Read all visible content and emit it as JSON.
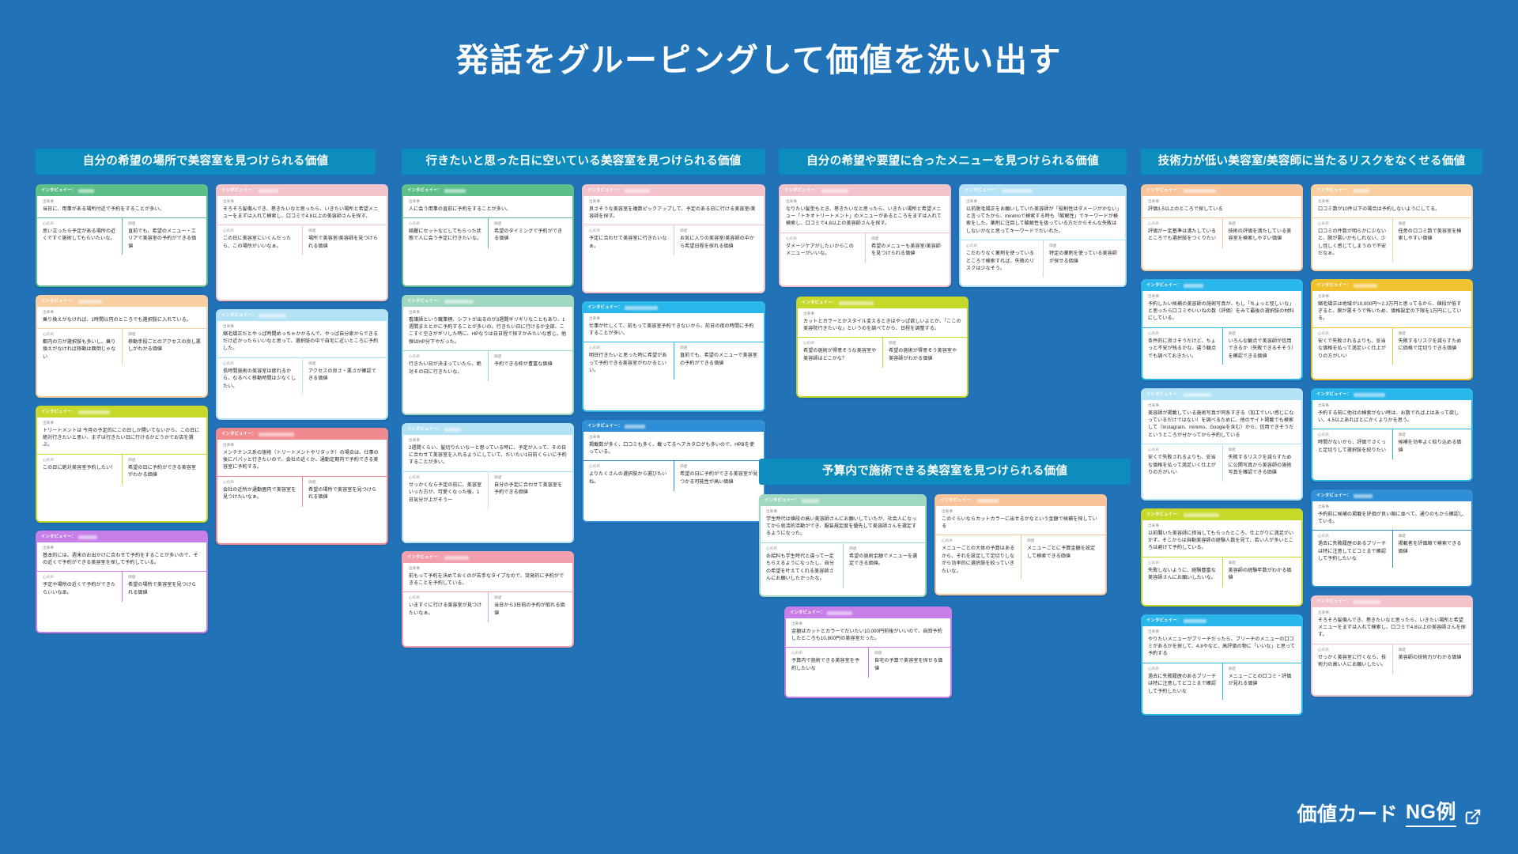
{
  "slide": {
    "title": "発話をグルーピングして価値を洗い出す",
    "background_color": "#2272b8",
    "footer_prefix": "価値カード",
    "footer_highlight": "NG例",
    "footer_icon": "external-link-icon"
  },
  "card_labels": {
    "interviewee": "インタビュイー：",
    "event": "出来事",
    "inner_voice": "心の声",
    "value": "価値"
  },
  "palette": {
    "group_header": "#0d8dbe",
    "green": "#5ebe8a",
    "pink": "#f3c3cc",
    "orange": "#f7cfa0",
    "lightblue": "#b3e1f5",
    "lime": "#c6d92b",
    "red": "#f08a8f",
    "purple": "#c77ee8",
    "yellow": "#f0c230",
    "teal": "#49b6b6",
    "cyan": "#29b6ea",
    "blue": "#2f8fd6",
    "rose": "#f2a0ae",
    "peach": "#f7c49b",
    "mint": "#9fd8c0"
  },
  "groups": [
    {
      "title": "自分の希望の場所で美容室を見つけられる価値",
      "cards": [
        {
          "color": "green",
          "event": "当日に、用事がある場所付近で予約をすることが多い。",
          "voice": "思い立ったら予定がある場所の近くですぐ施術してもらいたいな。",
          "value": "直前でも、希望のメニュー・エリアで美容室の予約ができる価値"
        },
        {
          "color": "pink",
          "event": "そろそろ髪傷んでき、巻きたいなと思ったら、いきたい場所と希望メニューをまずは入れて検索し、口コミで4.8以上の美容師さんを探す。",
          "voice": "この日に美容室にいくんだったら、この場所がいいなぁ。",
          "value": "場所で美容室/美容師を見つけられる価値"
        },
        {
          "color": "orange",
          "event": "乗り換えがなければ、1時間以内のところでも選択肢に入れている。",
          "voice": "都内の方が選択肢も多いし、乗り換えがなければ移動は面倒じゃない",
          "value": "移動手段ごとのアクセスの良し悪しがわかる価値"
        },
        {
          "color": "lightblue",
          "event": "縮毛矯正だとやっぱ時間めっちゃかかるんで、やっぱ自分家からできるだけ近かったらいいなと思って、選択肢の中で自宅に近いところに予約した。",
          "voice": "長時間施術の美容室は疲れるから、なるべく移動時間は少なくしたい。",
          "value": "アクセスの良さ・悪さが確認できる価値"
        },
        {
          "color": "lime",
          "event": "トリートメントは 今月の予定的にこの日しか開いてないから、この日に絶対行きたいと思い、まずは行きたい日に行けるかどうかでお店を選ぶ。",
          "voice": "この日に絶対美容室予約したい！",
          "value": "希望の日に予約ができる美容室がわかる価値"
        },
        {
          "color": "red",
          "event": "メンテナンス系の施術（トリートメントやリタッチ）の場合は、仕事の後にパパッと行きたいので、会社の近くか、通勤定期内で予約できる美容室に予約する。",
          "voice": "会社の近所か通勤圏内で美容室を見つけたいなぁ。",
          "value": "希望の場所で美容室を見つけられる価値"
        },
        {
          "color": "purple",
          "event": "基本的には、週末のお出かけに合わせて予約をすることが多いので、その近くで予約ができる美容室を探して予約している。",
          "voice": "予定や場所の近くで予約ができたらいいなあ。",
          "value": "希望の場所で美容室を見つけられる価値"
        }
      ]
    },
    {
      "title": "行きたいと思った日に空いている美容室を見つけられる価値",
      "cards": [
        {
          "color": "green",
          "event": "人に会う用事の直前に予約をすることが多い。",
          "voice": "綺麗にセットなどしてもらった状態で人に会う予定に行きたいな。",
          "value": "希望のタイミングで予約ができる価値"
        },
        {
          "color": "pink",
          "event": "良さそうな美容室を複数ピックアップして、予定のある日に行ける美容室/美容師を探す。",
          "voice": "予定に合わせて美容室に行きたいなぁ。",
          "value": "お気に入りの美容室/美容師の中から希望日程を探れる価値"
        },
        {
          "color": "mint",
          "event": "看護師という職業柄、シフトが出るのが3週間ギリギリなこともあり、1週間まえとかに予約することが多いの。行きたい日に行けるか全部、ここすぐ空きがギリした時に、HPなりは日日程で探すかみたいな感じ。他弾はHP分下やだった。",
          "voice": "行きたい日が決まっていたら、絶対その日に行きたいな。",
          "value": "予約できる枠が豊富な価値"
        },
        {
          "color": "cyan",
          "event": "仕事が忙しくて、前もって美容室予約できないから、前日の夜の時間に予約することが多い。",
          "voice": "明日行きたいと思った時に希望があって予約できる美容室がわかるといい。",
          "value": "直前でも、希望のメニューで美容室の予約ができる価値"
        },
        {
          "color": "lightblue",
          "event": "2週間くらい、髪切りたいなーと思っている時に、予定が入って、その日に合わせて美容室を入れるようにしていて、だいたい1日前くらいに予約することが多い。",
          "voice": "せっかくなら予定の前に、美容室いった方が、可愛くなった後、1日気分が上がそうー",
          "value": "自分の予定に合わせて美容室を予約できる価値"
        },
        {
          "color": "blue",
          "event": "掲載数が多く、口コミも多く、載ってるヘアカタログも多いので、HPBを使っている。",
          "voice": "よりたくさんの選択肢から選びたいね。",
          "value": "希望の日に予約ができる美容室が見つかる可能性が高い価値"
        },
        {
          "color": "rose",
          "event": "前もって予約を決めておくのが苦手なタイプなので、突発的に予約ができることを予約している。",
          "voice": "いますぐに行ける美容室が見つけたいなぁ。",
          "value": "当日から3日前の予約が取れる価値"
        }
      ]
    },
    {
      "title": "自分の希望や要望に合ったメニューを見つけられる価値",
      "cards": [
        {
          "color": "pink",
          "event": "なりたい髪型もとき、巻きたいなと思ったら、いきたい場所と希望メニュー「トキオトリートメント」のメニューがあるところをまずは入れて検索し、口コミで4.8以上の美容師さんを探す。",
          "voice": "ダメージケアがしたいからこの メニューがいいな。",
          "value": "希望のメニューも美容室/美容師を見つけられる価値"
        },
        {
          "color": "lightblue",
          "event": "以前脱毛矯正をお願いしていた美容師が「役割性はダメージがかない」と言ってたから、minimoで検索する時も「酸解性」でキーワードが検索をした。薬剤に注目して酸解性を扱っている方だからそんな失敗はしないかなと思ってキーワードでだいれた。",
          "voice": "こだわりなく薬剤を使っているところで検索すれば、失敗のリスクは少なそう。",
          "value": "特定の薬剤を使っている美容師が探せる価値"
        },
        {
          "color": "lime",
          "event": "カットとカラーとかスタイル変えるときはやっぱ欲しいよとか、「ここの美容院行きたいな」というのを調べてから、日程を調整する。",
          "voice": "希望の施術が得意そうな美容室や美容師はどこかな？",
          "value": "希望の施術が得意そう美容室や美容師がわかる価値"
        }
      ]
    },
    {
      "title": "技術力が低い美容室/美容師に当たるリスクをなくせる価値",
      "cards": [
        {
          "color": "peach",
          "event": "評価3.5以上のところで探している",
          "voice": "評価が一定基準は満たしているところでも選択肢をつくりたい",
          "value": "技術の評価を満たしている美容室を検索しやすい価値"
        },
        {
          "color": "orange",
          "event": "口コミ数が10件以下の場合は予約しないようにしてる。",
          "voice": "口コミの件数が明らかに少ないと、腕が悪いかもしれない、少し怪しく感じてしまうので不安だなぁ。",
          "value": "任意の口コミ数で美容室を検索しやすい価値"
        },
        {
          "color": "cyan",
          "event": "予約したい候補の美容師の施術写真が、もし「ちょっと怪しいな」と思ったら口コミやいいねの数（評価）をみて最後の選択肢の材料にしている。",
          "voice": "条件的に良さそうだけど、ちょっと不安が残るかな、違う観点でも調べておきたい。",
          "value": "いろんな観点で美容師が信用できるか（失敗できるそそう）を確認できる価値"
        },
        {
          "color": "yellow",
          "event": "縮毛矯正は地域が10,000円～2.3万円と思ってるから、値段が低すぎると、腕が悪そうで怖いため、価格設定の下限を1万円にしている。",
          "voice": "安くで失敗されるよりも、妥当な価格を払って満足いく仕上がりの方がいい",
          "value": "失敗するリスクを減らすために価格で足切りできる価値"
        },
        {
          "color": "lightblue",
          "event": "美容師が掲載している施術写真が同系すぎる（加工でいい感じになっているだけではない）を調べるために、他のサイト掲載でも検索して（Instagram、minimo、Googleを含む）から、信用できそうだというところが分かってから予約している",
          "voice": "安くで失敗されるよりも、妥当な価格を払って満足いく仕上がりの方がいい",
          "value": "失敗するリスクを減らすために公開写真から美容師の施術写真を確認できる価値"
        },
        {
          "color": "cyan",
          "event": "予約する前に他社の検索がない時は、お数でれば上はあって欲しい、4.5以上あればとにかくよりかを思う。",
          "voice": "時間がないから、評価でさくっと足切りして選択肢を絞りたい",
          "value": "候補を効率よく絞り込める価値"
        },
        {
          "color": "lime",
          "event": "以前聞いた美容師に担当してもらったところ、仕上がりに満足がいかず、そこからは自動美容師の経験人数を見て、若い人が多いところは避けて予約している。",
          "voice": "失敗しないように、経験豊富な美容師さんにお願いしたいな。",
          "value": "美容師の経験年数がわかる価値"
        },
        {
          "color": "blue",
          "event": "予約前に候補の掲載を評価が良い順に並べて、通りのもから確認している。",
          "voice": "過去に失敗履歴のあるブリーチは特に注意してどコミまで確認して予約したいな",
          "value": "掲載者を評価順で検索できる価値"
        },
        {
          "color": "cyan",
          "event": "やりたいメニューがブリーチだったら、ブリーチのメニューの口コミがあるかを探して、4.8やなど、高評価の物に「いいな」と思って予約する",
          "voice": "過去に失敗履歴のあるブリーチは特に注意してどコミまで確認して予約したいな",
          "value": "メニューごとの口コミ・評価が見れる価値"
        },
        {
          "color": "pink",
          "event": "そろそろ髪傷んでき、巻きたいなと思ったら、いきたい場所と希望メニューをまずは入れて検索し、口コミで4.8以上の美容師さんを探す。",
          "voice": "せっかく美容室に行くなら、技術力の高い人にお願いしたい。",
          "value": "美容師の技術力がわかる価値"
        }
      ]
    },
    {
      "title": "予算内で施術できる美容室を見つけられる価値",
      "cards": [
        {
          "color": "mint",
          "event": "学生時代は値段の高い美容師さんにお願いしていたが、社会人になってから就活的活動ができ、服装規定度を優先して美容師さんを選定するようになった。",
          "voice": "お給料も学生時代と違って一定もらえるようになったし、自分の希望を叶えてくれる美容師さんにお願いしたかったな。",
          "value": "希望の施術金額でメニューを選定できる価値。"
        },
        {
          "color": "peach",
          "event": "このぐらいならカットカラーに出せるかなという金額で候補を探している",
          "voice": "メニューごとの大体の予算はあるから、それを設定して足切りしながら効率的に選択肢を絞っていきたいな。",
          "value": "メニューごとに予算金額を設定して検索できる価値"
        },
        {
          "color": "purple",
          "event": "金額はカットとカラーでだいたい10,000円前後がいいので、自回予約したところも10,800円の美容室だった。",
          "voice": "予算内で施術できる美容室を予約したいな",
          "value": "自宅の予算で美容室を探せる価値"
        }
      ]
    }
  ]
}
